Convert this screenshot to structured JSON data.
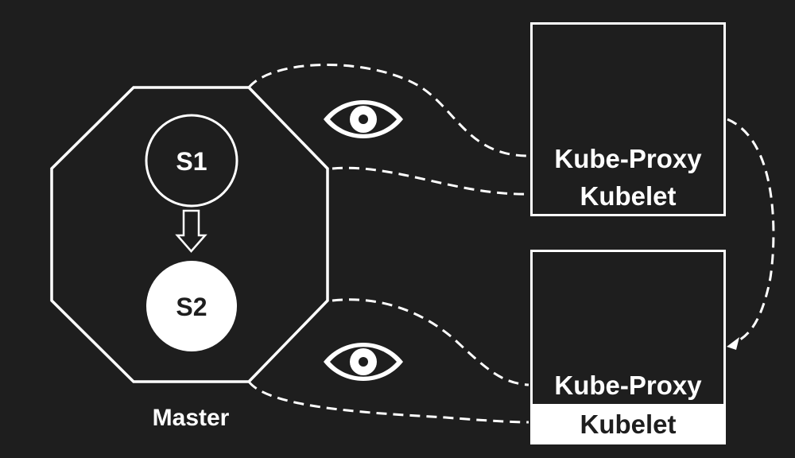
{
  "colors": {
    "background": "#1e1e1e",
    "stroke": "#ffffff",
    "fill_light": "#ffffff",
    "text_light": "#ffffff",
    "text_dark": "#1e1e1e"
  },
  "master": {
    "label": "Master",
    "state_1": "S1",
    "state_2": "S2",
    "transition_icon": "down-arrow-icon"
  },
  "nodes": [
    {
      "kube_proxy": "Kube-Proxy",
      "kubelet": "Kubelet",
      "kubelet_highlighted": false
    },
    {
      "kube_proxy": "Kube-Proxy",
      "kubelet": "Kubelet",
      "kubelet_highlighted": true
    }
  ],
  "icons": {
    "watch": "eye-icon"
  }
}
